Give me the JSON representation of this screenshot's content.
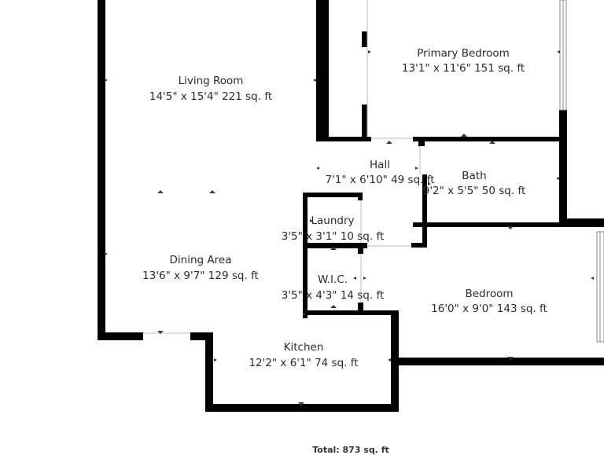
{
  "rooms": {
    "living_room": {
      "name": "Living Room",
      "dims": "14'5\" x 15'4\" 221 sq. ft"
    },
    "primary_bedroom": {
      "name": "Primary Bedroom",
      "dims": "13'1\" x 11'6\" 151 sq. ft"
    },
    "hall": {
      "name": "Hall",
      "dims": "7'1\" x 6'10\" 49 sq. ft"
    },
    "bath": {
      "name": "Bath",
      "dims": "9'2\" x 5'5\" 50 sq. ft"
    },
    "laundry": {
      "name": "Laundry",
      "dims": "3'5\" x 3'1\" 10 sq. ft"
    },
    "dining_area": {
      "name": "Dining Area",
      "dims": "13'6\" x 9'7\" 129 sq. ft"
    },
    "wic": {
      "name": "W.I.C.",
      "dims": "3'5\" x 4'3\" 14 sq. ft"
    },
    "bedroom": {
      "name": "Bedroom",
      "dims": "16'0\" x 9'0\" 143 sq. ft"
    },
    "kitchen": {
      "name": "Kitchen",
      "dims": "12'2\" x 6'1\" 74 sq. ft"
    }
  },
  "total": "Total: 873 sq. ft",
  "colors": {
    "wall": "#000000",
    "text": "#2b2b2b",
    "background": "#ffffff",
    "window": "#9a9a9a"
  }
}
